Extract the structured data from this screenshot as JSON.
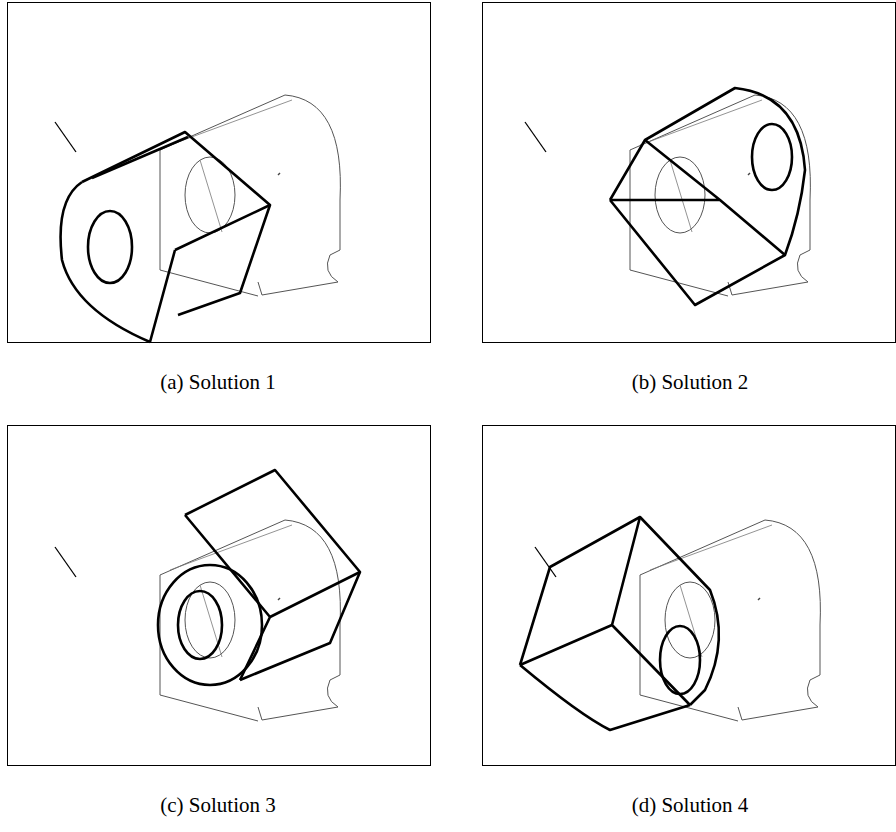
{
  "diagram": {
    "labels": [
      "(a) Solution 1",
      "(b) Solution 2",
      "(c) Solution 3",
      "(d) Solution 4"
    ]
  }
}
